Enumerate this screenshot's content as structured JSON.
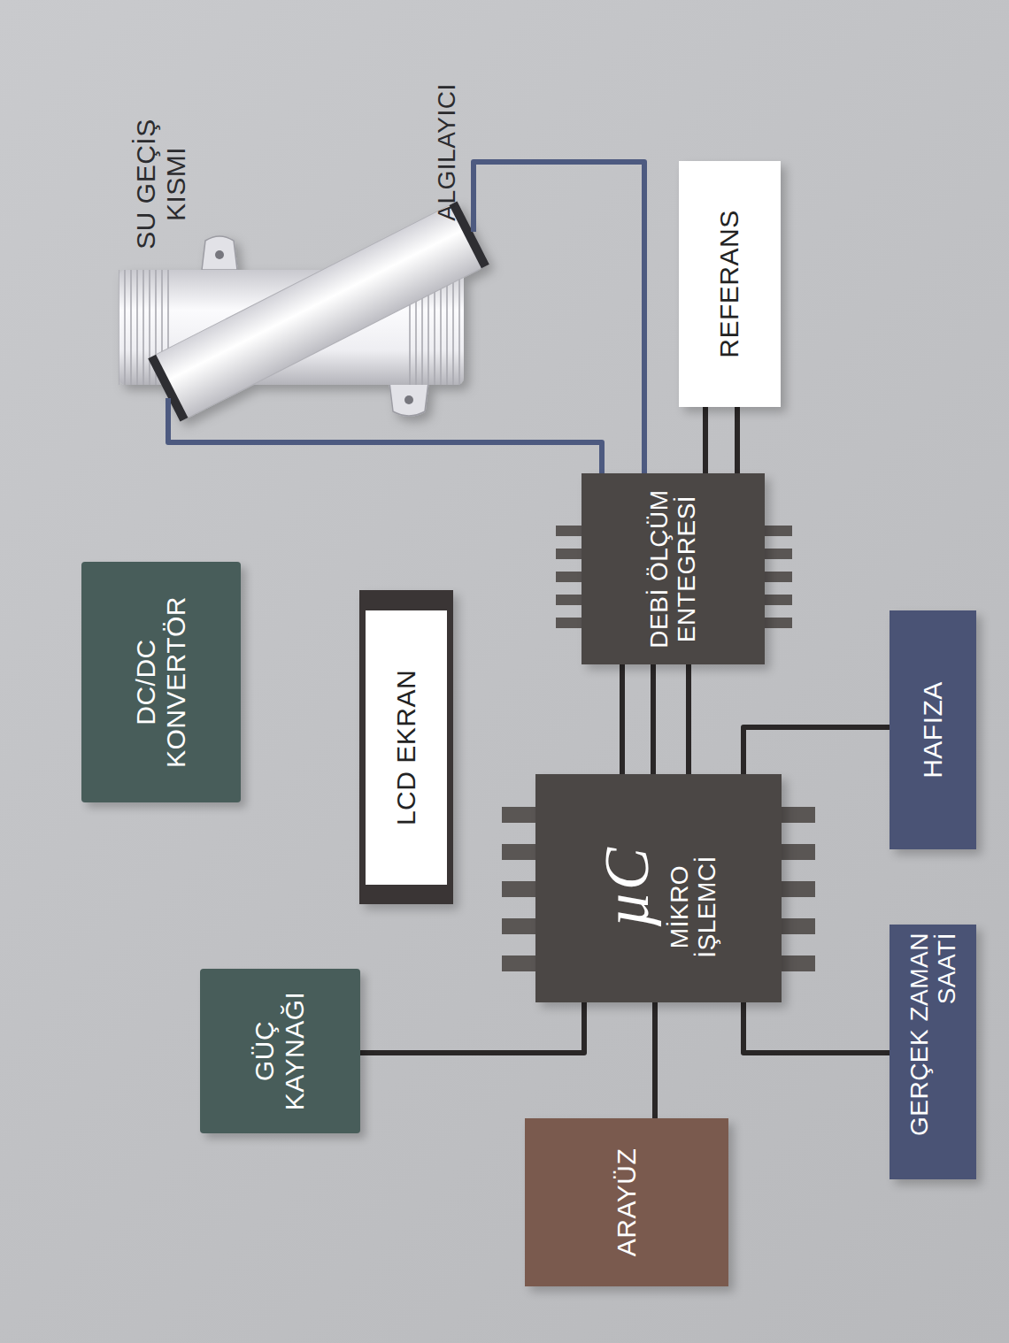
{
  "diagram": {
    "nodes": [
      {
        "text": [
          "SU GEÇİŞ KISMI",
          "ALGILAYICI"
        ]
      },
      {
        "text": [
          "REFERANS"
        ]
      },
      {
        "text": [
          "DC/DC KONVERTÖR"
        ]
      },
      {
        "text": [
          "LCD EKRAN"
        ]
      },
      {
        "text": [
          "DEBİ ÖLÇÜM ENTEGRESİ"
        ]
      },
      {
        "text": [
          "HAFIZA"
        ]
      },
      {
        "text": [
          "µC",
          "MİKRO İŞLEMCİ"
        ]
      },
      {
        "text": [
          "GÜÇ KAYNAĞI"
        ]
      },
      {
        "text": [
          "ARAYÜZ"
        ]
      },
      {
        "text": [
          "GERÇEK ZAMAN SAATİ"
        ]
      }
    ],
    "edges": [
      {
        "from": 0,
        "to": 4,
        "arrow": "none"
      },
      {
        "from": 0,
        "to": 4,
        "arrow": "none"
      },
      {
        "from": 4,
        "to": 1,
        "arrow": "none"
      },
      {
        "from": 4,
        "to": 1,
        "arrow": "none"
      },
      {
        "from": 4,
        "to": 6,
        "arrow": "none"
      },
      {
        "from": 4,
        "to": 6,
        "arrow": "none"
      },
      {
        "from": 4,
        "to": 6,
        "arrow": "none"
      },
      {
        "from": 6,
        "to": 5,
        "arrow": "none"
      },
      {
        "from": 6,
        "to": 9,
        "arrow": "none"
      },
      {
        "from": 6,
        "to": 8,
        "arrow": "none"
      },
      {
        "from": 6,
        "to": 7,
        "arrow": "none"
      }
    ]
  }
}
